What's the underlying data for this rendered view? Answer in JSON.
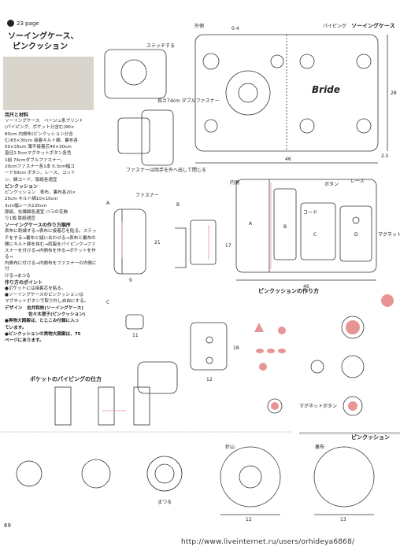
{
  "page_ref": "23 page",
  "title_line1": "ソーイングケース、",
  "title_line2": "ピンクッション",
  "materials": {
    "heading": "用尺と材料",
    "lines": [
      "ソーイングケース　ベージュ系プリント",
      "(パイピング、ポケット分含む)90×",
      "80cm 内側布(ピンクッション分含",
      "む)65×30cm 接着キルト綿、裏布各",
      "50×35cm 薄手接着芯40×30cm",
      "直径1.5cmマグネットボタン各色",
      "1組 74cmダブルファスナー、",
      "20cmファスナー各1本 0.3cm幅コ",
      "ード50cm ボタン、レース、コット",
      "ン、綿コード、厚紙各適宜"
    ],
    "pincushion_heading": "ピンクッション",
    "pincushion_lines": [
      "ピンクッション　表布、裏布各20×",
      "25cm キルト綿10×10cm",
      "3cm幅レース135cm",
      "厚紙、化繊綿各適宜 バラの花飾",
      "り1個 厚紙適宜"
    ]
  },
  "steps": {
    "heading": "ソーイングケースの作り方順序",
    "lines": [
      "表布に刺繍する→表布に接着芯を貼る。ステッ",
      "チをする→裏布と縫い合わせる→表布と裏布の",
      "間にキルト綿を挟む→両脇をパイピング→ファ",
      "スナーを付ける→内側布を作る→ポケットを作る→",
      "内側布に付ける→内側布をファスナーの内側に付",
      "ける→まつる"
    ]
  },
  "points": {
    "heading": "作り方のポイント",
    "lines": [
      "●ポケットには接着芯を貼る。",
      "●ソーイングケースのピンクッションは",
      "マグネットボタンで取り外し自由にする。"
    ],
    "design_lines": [
      "デザイン　吉井和枝(ソーイングケース)",
      "佐々木澄子(ピンクッション)"
    ],
    "notes": [
      "●実物大図案は、とじこみ付録に入っ",
      "ています。",
      "●ピンクッションの実物大図案は、75",
      "ページにあります。"
    ]
  },
  "labels": {
    "sewing_case": "ソーイングケース",
    "outside": "外側",
    "inside": "内側",
    "piping": "パイピング",
    "stitch": "ステッチする",
    "fastener": "ファスナー",
    "pocket_piping": "ポケットのパイピングの仕方",
    "pincushion_how": "ピンクッションの作り方",
    "pincushion": "ピンクッション",
    "magnet": "マグネットボタン",
    "lace": "レース",
    "button": "ボタン",
    "cord": "コード",
    "back_cloth": "裏布",
    "needle_mount": "針山",
    "sew_up": "まつる",
    "zipper_note": "長さ74cm ダブルファスナー",
    "fastener_note": "ファスナーは両手を外へ出して閉じる",
    "dim_46": "46",
    "dim_28": "28",
    "dim_25": "2.5",
    "dim_04": "0.4",
    "dim_21": "21",
    "dim_17": "17",
    "dim_18": "18",
    "dim_12": "12",
    "dim_11": "11",
    "dim_13": "13",
    "dim_9": "9",
    "a": "A",
    "b": "B",
    "c": "C",
    "d": "D",
    "script_word": "Bride"
  },
  "page_number": "69",
  "url_text": "http://www.liveinternet.ru/users/orhideya6868/"
}
